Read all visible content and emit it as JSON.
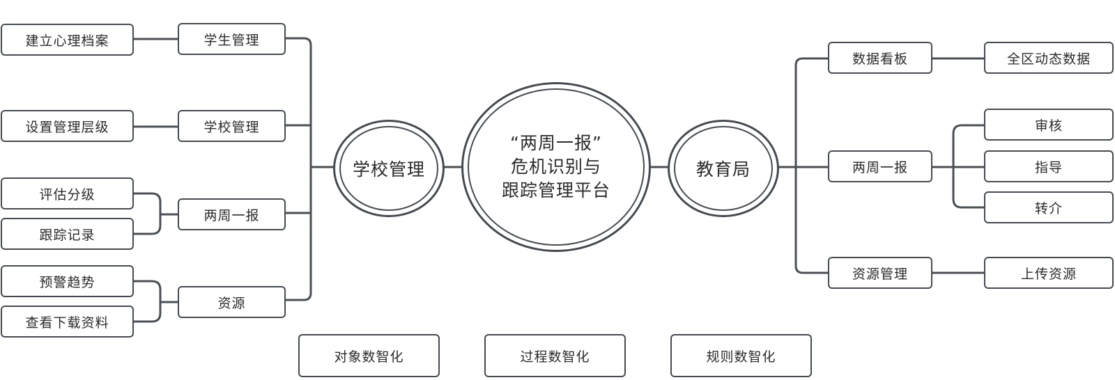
{
  "center": {
    "line1": "“两周一报”",
    "line2": "危机识别与",
    "line3": "跟踪管理平台"
  },
  "left_hub": {
    "label": "学校管理"
  },
  "right_hub": {
    "label": "教育局"
  },
  "left_modules": [
    {
      "label": "学生管理",
      "items": [
        "建立心理档案"
      ]
    },
    {
      "label": "学校管理",
      "items": [
        "设置管理层级"
      ]
    },
    {
      "label": "两周一报",
      "items": [
        "评估分级",
        "跟踪记录"
      ]
    },
    {
      "label": "资源",
      "items": [
        "预警趋势",
        "查看下载资料"
      ]
    }
  ],
  "right_modules": [
    {
      "label": "数据看板",
      "items": [
        "全区动态数据"
      ]
    },
    {
      "label": "两周一报",
      "items": [
        "审核",
        "指导",
        "转介"
      ]
    },
    {
      "label": "资源管理",
      "items": [
        "上传资源"
      ]
    }
  ],
  "bottom_tags": [
    "对象数智化",
    "过程数智化",
    "规则数智化"
  ]
}
